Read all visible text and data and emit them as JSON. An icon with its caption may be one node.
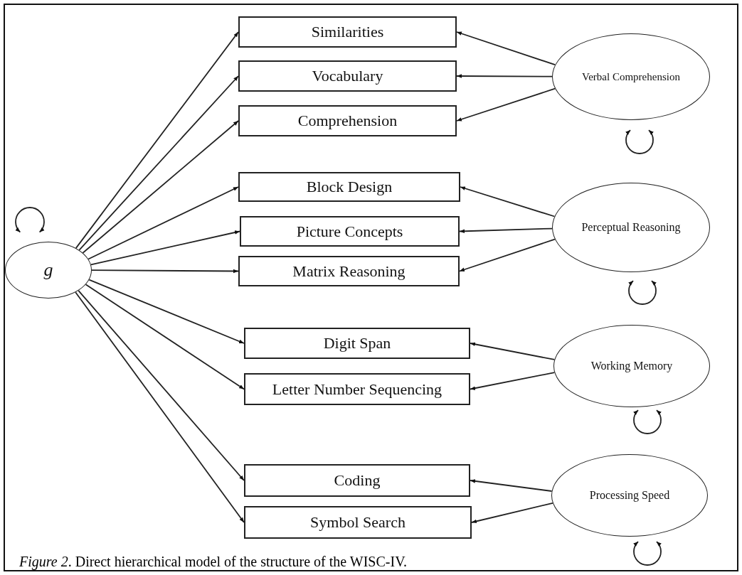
{
  "diagram": {
    "caption": "*Figure 2*. Direct hierarchical model of the structure of the WISC-IV.",
    "nodes": [
      {
        "text": [
          "g"
        ]
      },
      {
        "text": [
          "Similarities"
        ]
      },
      {
        "text": [
          "Vocabulary"
        ]
      },
      {
        "text": [
          "Comprehension"
        ]
      },
      {
        "text": [
          "Block Design"
        ]
      },
      {
        "text": [
          "Picture Concepts"
        ]
      },
      {
        "text": [
          "Matrix Reasoning"
        ]
      },
      {
        "text": [
          "Digit Span"
        ]
      },
      {
        "text": [
          "Letter Number Sequencing"
        ]
      },
      {
        "text": [
          "Coding"
        ]
      },
      {
        "text": [
          "Symbol Search"
        ]
      },
      {
        "text": [
          "Verbal Comprehension"
        ]
      },
      {
        "text": [
          "Perceptual Reasoning"
        ]
      },
      {
        "text": [
          "Working Memory"
        ]
      },
      {
        "text": [
          "Processing Speed"
        ]
      }
    ],
    "edges": [
      {
        "from": 0,
        "to": 1,
        "arrow": "to"
      },
      {
        "from": 0,
        "to": 2,
        "arrow": "to"
      },
      {
        "from": 0,
        "to": 3,
        "arrow": "to"
      },
      {
        "from": 0,
        "to": 4,
        "arrow": "to"
      },
      {
        "from": 0,
        "to": 5,
        "arrow": "to"
      },
      {
        "from": 0,
        "to": 6,
        "arrow": "to"
      },
      {
        "from": 0,
        "to": 7,
        "arrow": "to"
      },
      {
        "from": 0,
        "to": 8,
        "arrow": "to"
      },
      {
        "from": 0,
        "to": 9,
        "arrow": "to"
      },
      {
        "from": 0,
        "to": 10,
        "arrow": "to"
      },
      {
        "from": 11,
        "to": 1,
        "arrow": "to"
      },
      {
        "from": 11,
        "to": 2,
        "arrow": "to"
      },
      {
        "from": 11,
        "to": 3,
        "arrow": "to"
      },
      {
        "from": 12,
        "to": 4,
        "arrow": "to"
      },
      {
        "from": 12,
        "to": 5,
        "arrow": "to"
      },
      {
        "from": 12,
        "to": 6,
        "arrow": "to"
      },
      {
        "from": 13,
        "to": 7,
        "arrow": "to"
      },
      {
        "from": 13,
        "to": 8,
        "arrow": "to"
      },
      {
        "from": 14,
        "to": 9,
        "arrow": "to"
      },
      {
        "from": 14,
        "to": 10,
        "arrow": "to"
      },
      {
        "from": 0,
        "to": 0,
        "arrow": "both"
      },
      {
        "from": 11,
        "to": 11,
        "arrow": "both"
      },
      {
        "from": 12,
        "to": 12,
        "arrow": "both"
      },
      {
        "from": 13,
        "to": 13,
        "arrow": "both"
      },
      {
        "from": 14,
        "to": 14,
        "arrow": "both"
      }
    ]
  }
}
